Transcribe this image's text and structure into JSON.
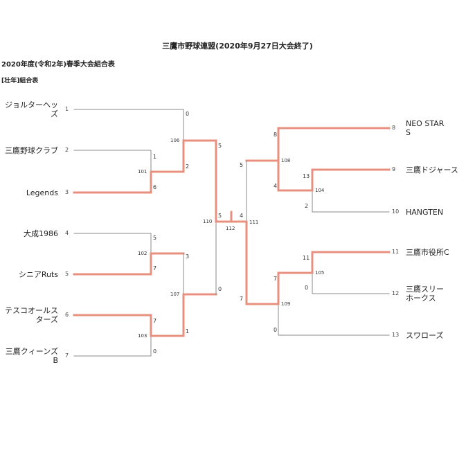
{
  "header": {
    "title": "三鷹市野球連盟(2020年9月27日大会終了)",
    "subtitle": "2020年度(令和2年)春季大会組合表",
    "section": "[壮年]組合表"
  },
  "left_teams": [
    {
      "seed": "1",
      "name_lines": [
        "ジョルターヘッ",
        "ズ"
      ]
    },
    {
      "seed": "2",
      "name_lines": [
        "三鷹野球クラブ"
      ]
    },
    {
      "seed": "3",
      "name_lines": [
        "Legends"
      ]
    },
    {
      "seed": "4",
      "name_lines": [
        "大成1986"
      ]
    },
    {
      "seed": "5",
      "name_lines": [
        "シニアRuts"
      ]
    },
    {
      "seed": "6",
      "name_lines": [
        "テスコオールス",
        "ターズ"
      ]
    },
    {
      "seed": "7",
      "name_lines": [
        "三鷹クィーンズ",
        "B"
      ]
    }
  ],
  "right_teams": [
    {
      "seed": "8",
      "name_lines": [
        "NEO  STAR",
        "S"
      ]
    },
    {
      "seed": "9",
      "name_lines": [
        "三鷹ドジャース"
      ]
    },
    {
      "seed": "10",
      "name_lines": [
        "HANGTEN"
      ]
    },
    {
      "seed": "11",
      "name_lines": [
        "三鷹市役所C"
      ]
    },
    {
      "seed": "12",
      "name_lines": [
        "三鷹スリー",
        "ホークス"
      ]
    },
    {
      "seed": "13",
      "name_lines": [
        "スワローズ"
      ]
    }
  ],
  "matches": [
    {
      "id": "101",
      "scores": [
        "1",
        "6"
      ]
    },
    {
      "id": "102",
      "scores": [
        "5",
        "7"
      ]
    },
    {
      "id": "103",
      "scores": [
        "7",
        "0"
      ]
    },
    {
      "id": "104",
      "scores": [
        "13",
        "2"
      ]
    },
    {
      "id": "105",
      "scores": [
        "11",
        "0"
      ]
    },
    {
      "id": "106",
      "scores": [
        "0",
        "2"
      ]
    },
    {
      "id": "107",
      "scores": [
        "3",
        "1"
      ]
    },
    {
      "id": "108",
      "scores": [
        "8",
        "4"
      ]
    },
    {
      "id": "109",
      "scores": [
        "7",
        "0"
      ]
    },
    {
      "id": "110",
      "scores": [
        "5",
        "0"
      ]
    },
    {
      "id": "111",
      "scores": [
        "5",
        "7"
      ]
    },
    {
      "id": "112",
      "scores": [
        "5",
        "4"
      ]
    }
  ],
  "colors": {
    "winner_line": "#e8907f",
    "loser_line": "#8a8a8a"
  }
}
